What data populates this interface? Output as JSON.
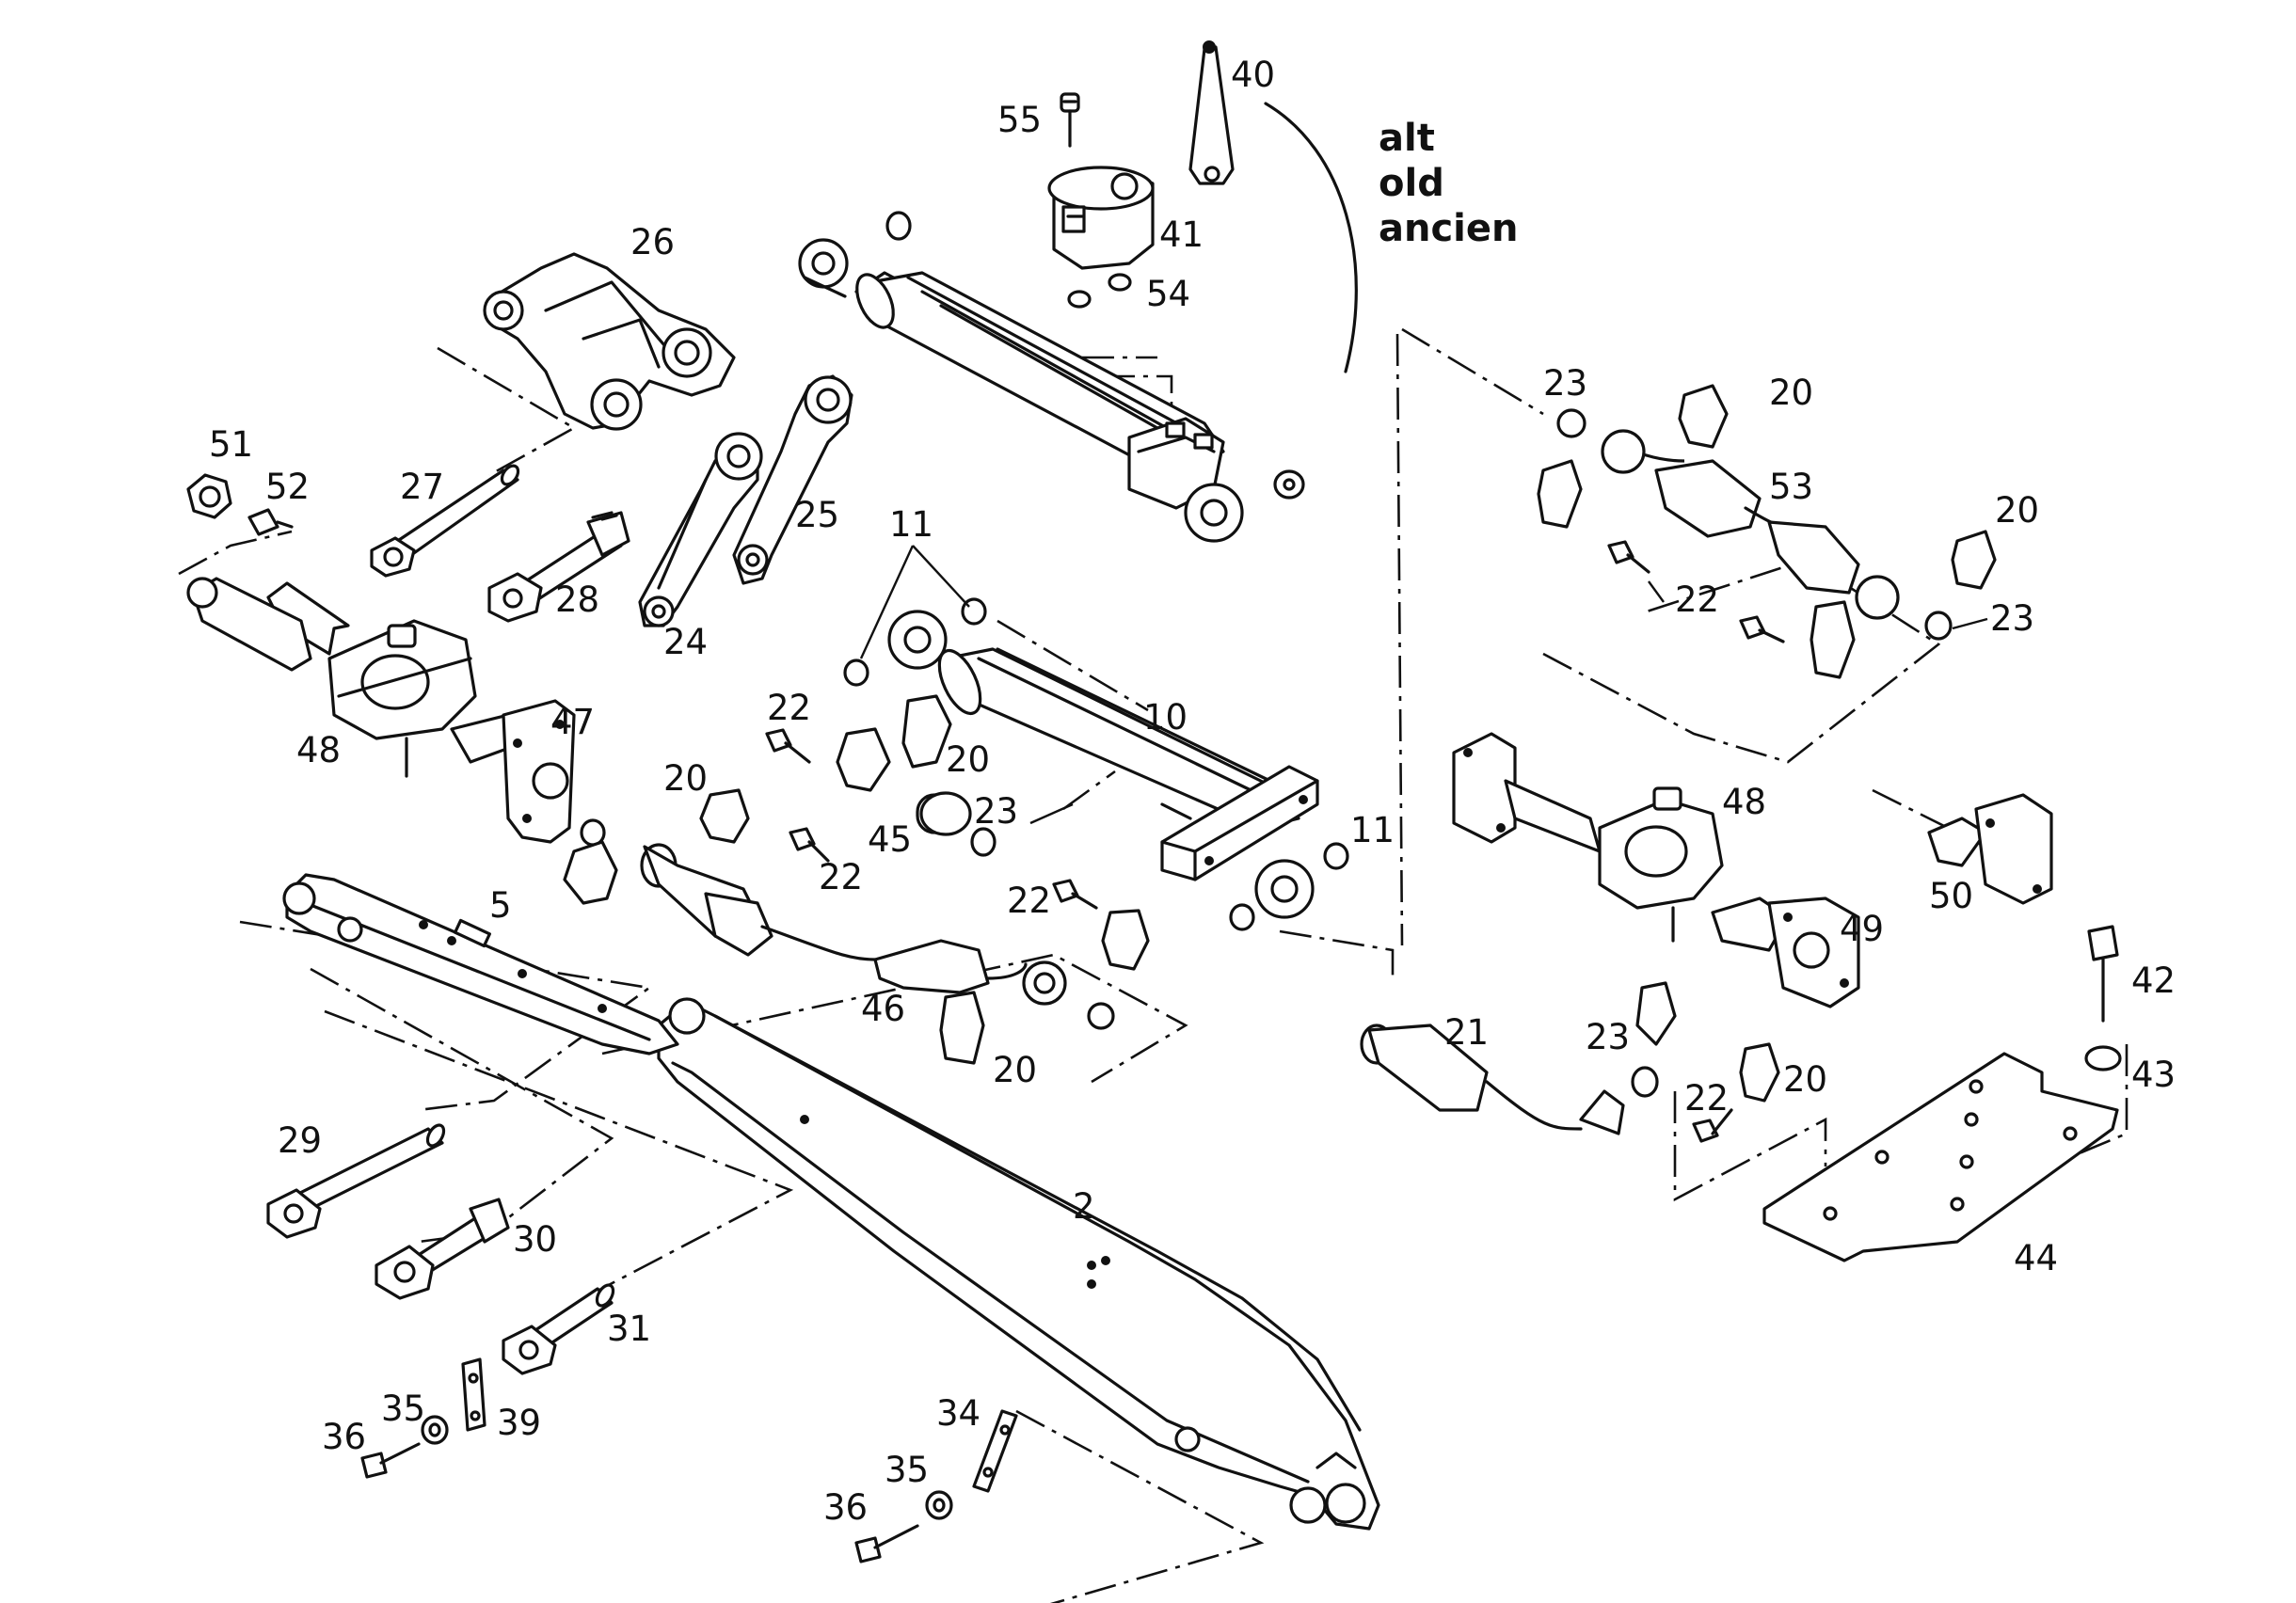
{
  "note": {
    "line1": "alt",
    "line2": "old",
    "line3": "ancien"
  },
  "callouts": {
    "c2": "2",
    "c5": "5",
    "c10": "10",
    "c11a": "11",
    "c11b": "11",
    "c20a": "20",
    "c20b": "20",
    "c20c": "20",
    "c20d": "20",
    "c20e": "20",
    "c20f": "20",
    "c21": "21",
    "c22a": "22",
    "c22b": "22",
    "c22c": "22",
    "c22d": "22",
    "c22e": "22",
    "c23a": "23",
    "c23b": "23",
    "c23c": "23",
    "c23d": "23",
    "c24": "24",
    "c25": "25",
    "c26": "26",
    "c27": "27",
    "c28": "28",
    "c29": "29",
    "c30": "30",
    "c31": "31",
    "c34": "34",
    "c35a": "35",
    "c35b": "35",
    "c36a": "36",
    "c36b": "36",
    "c39": "39",
    "c40": "40",
    "c41": "41",
    "c42": "42",
    "c43": "43",
    "c44": "44",
    "c45": "45",
    "c46": "46",
    "c47": "47",
    "c48a": "48",
    "c48b": "48",
    "c49": "49",
    "c50": "50",
    "c51": "51",
    "c52": "52",
    "c53": "53",
    "c54": "54",
    "c55": "55"
  }
}
